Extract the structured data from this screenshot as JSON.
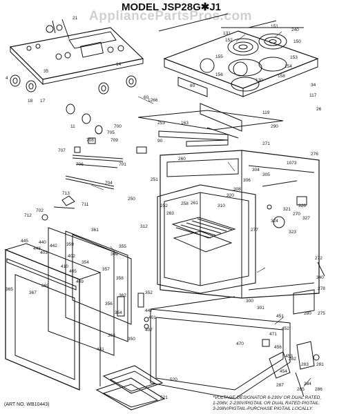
{
  "header": {
    "watermark": "AppliancePartsPros.com",
    "title": "MODEL JSP28G✱J1"
  },
  "footer": {
    "art_number": "(ART NO. WB10443)",
    "voltage_note": [
      "*VOLTAGE DESIGNATOR 6-230V OR DUAL RATED,",
      "1-208V, 2-230V/PIGTAIL OR DUAL RATED PIGTAIL.",
      "3-208V/PIGTAIL-PURCHASE PIGTAIL LOCALLY."
    ]
  },
  "callouts": {
    "c1": "131",
    "c2": "240",
    "c3": "152",
    "c4": "150",
    "c5": "153",
    "c6": "154",
    "c7": "155",
    "c8": "156",
    "c9": "158",
    "c10": "151",
    "c11": "34",
    "c12": "4",
    "c13": "14",
    "c14": "17",
    "c15": "11",
    "c16": "18",
    "c17": "60",
    "c18": "700",
    "c19": "705",
    "c20": "707",
    "c21": "708",
    "c22": "709",
    "c23": "701",
    "c24": "704",
    "c25": "706",
    "c26": "702",
    "c27": "711",
    "c28": "712",
    "c29": "713",
    "c30": "1266",
    "c31": "163",
    "c32": "253",
    "c33": "90",
    "c34": "80",
    "c35": "26",
    "c36": "276",
    "c37": "290",
    "c38": "271",
    "c39": "251",
    "c40": "260",
    "c41": "1073",
    "c42": "304",
    "c43": "305",
    "c44": "306",
    "c45": "308",
    "c46": "310",
    "c47": "312",
    "c48": "320",
    "c49": "321",
    "c50": "323",
    "c51": "324",
    "c52": "326",
    "c53": "327",
    "c54": "277",
    "c55": "270",
    "c56": "272",
    "c57": "340",
    "c58": "250",
    "c59": "252",
    "c60": "258",
    "c61": "261",
    "c62": "263",
    "c63": "365",
    "c64": "367",
    "c65": "369",
    "c66": "350",
    "c67": "352",
    "c68": "354",
    "c69": "355",
    "c70": "356",
    "c71": "357",
    "c72": "358",
    "c73": "359",
    "c74": "360",
    "c75": "361",
    "c76": "362",
    "c77": "363",
    "c78": "364",
    "c79": "440",
    "c80": "441",
    "c81": "442",
    "c82": "443",
    "c83": "445",
    "c84": "447",
    "c85": "401",
    "c86": "402",
    "c87": "403",
    "c88": "405",
    "c89": "407",
    "c90": "409",
    "c91": "410",
    "c92": "451",
    "c93": "452",
    "c94": "453",
    "c95": "454",
    "c96": "456",
    "c97": "470",
    "c98": "471",
    "c99": "278",
    "c100": "275",
    "c101": "280",
    "c102": "281",
    "c103": "282",
    "c104": "283",
    "c105": "284",
    "c106": "285",
    "c107": "286",
    "c108": "287",
    "c109": "520",
    "c110": "521",
    "c111": "300",
    "c112": "301",
    "c113": "117",
    "c114": "119",
    "c115": "130",
    "c116": "21",
    "c117": "35"
  }
}
